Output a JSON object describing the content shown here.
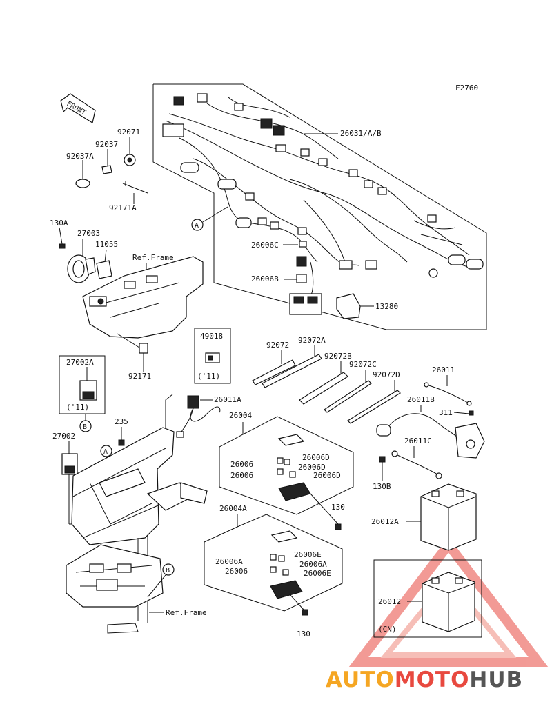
{
  "figure_code": "F2760",
  "front_label": "FRONT",
  "ref_frame_label": "Ref.Frame",
  "refs": {
    "a": "A",
    "b": "B"
  },
  "parts": {
    "p26031": "26031/A/B",
    "p92071": "92071",
    "p92037": "92037",
    "p92037A": "92037A",
    "p92171A": "92171A",
    "p130A": "130A",
    "p27003": "27003",
    "p11055": "11055",
    "p26006C": "26006C",
    "p26006B": "26006B",
    "p13280": "13280",
    "p49018": "49018",
    "p49018_note": "('11)",
    "p92171": "92171",
    "p27002A": "27002A",
    "p27002A_note": "('11)",
    "p92072": "92072",
    "p92072A": "92072A",
    "p92072B": "92072B",
    "p92072C": "92072C",
    "p92072D": "92072D",
    "p26011": "26011",
    "p26011A": "26011A",
    "p26011B": "26011B",
    "p26011C": "26011C",
    "p311": "311",
    "p130B": "130B",
    "p235": "235",
    "p27002": "27002",
    "p26004": "26004",
    "p26006_1": "26006",
    "p26006_2": "26006",
    "p26006D_1": "26006D",
    "p26006D_2": "26006D",
    "p26006D_3": "26006D",
    "p130_1": "130",
    "p26004A": "26004A",
    "p26006A_1": "26006A",
    "p26006A_2": "26006A",
    "p26006_3": "26006",
    "p26006E_1": "26006E",
    "p26006E_2": "26006E",
    "p130_2": "130",
    "p26012A": "26012A",
    "p26012": "26012",
    "p26012_note": "(CN)"
  },
  "watermark": {
    "part1": "AUTO",
    "part2": "MOTO",
    "part3": "HUB"
  },
  "colors": {
    "wm_orange": "#f5a623",
    "wm_red": "#e8493f",
    "wm_gray": "#555555"
  }
}
